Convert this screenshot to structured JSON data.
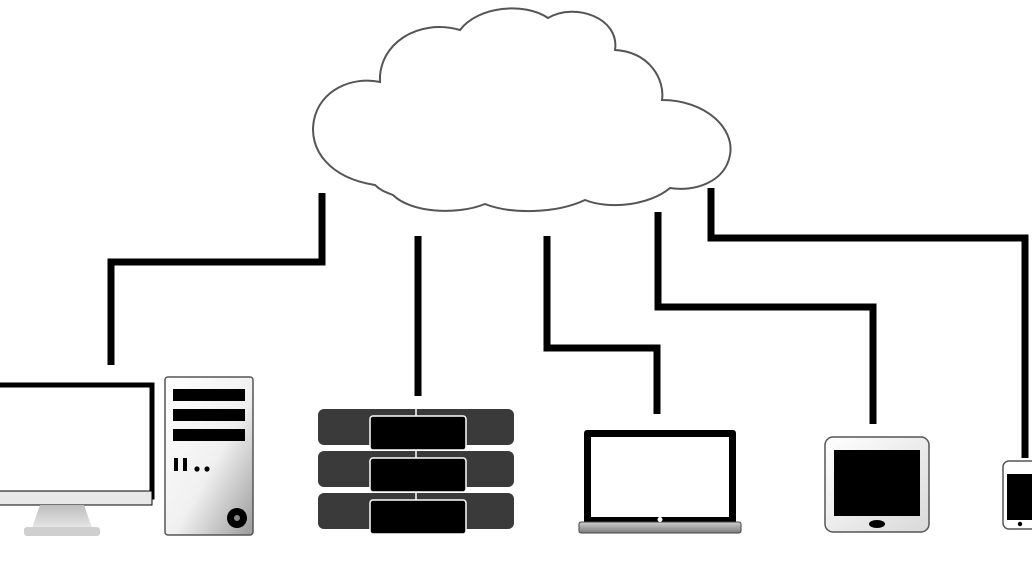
{
  "diagram": {
    "type": "cloud-network",
    "nodes": [
      {
        "id": "cloud",
        "icon": "cloud-icon"
      },
      {
        "id": "desktop",
        "icon": "desktop-monitor-icon"
      },
      {
        "id": "tower",
        "icon": "pc-tower-icon"
      },
      {
        "id": "server",
        "icon": "server-rack-icon"
      },
      {
        "id": "laptop",
        "icon": "laptop-icon"
      },
      {
        "id": "tablet",
        "icon": "tablet-icon"
      },
      {
        "id": "phone",
        "icon": "smartphone-icon"
      }
    ],
    "connections": [
      {
        "from": "cloud",
        "to": "desktop"
      },
      {
        "from": "cloud",
        "to": "server"
      },
      {
        "from": "cloud",
        "to": "laptop"
      },
      {
        "from": "cloud",
        "to": "tablet"
      },
      {
        "from": "cloud",
        "to": "phone"
      }
    ]
  },
  "colors": {
    "background": "#ffffff",
    "line": "#000000",
    "outline": "#555555",
    "device_dark": "#111111",
    "server_block": "#3a3a3a"
  }
}
